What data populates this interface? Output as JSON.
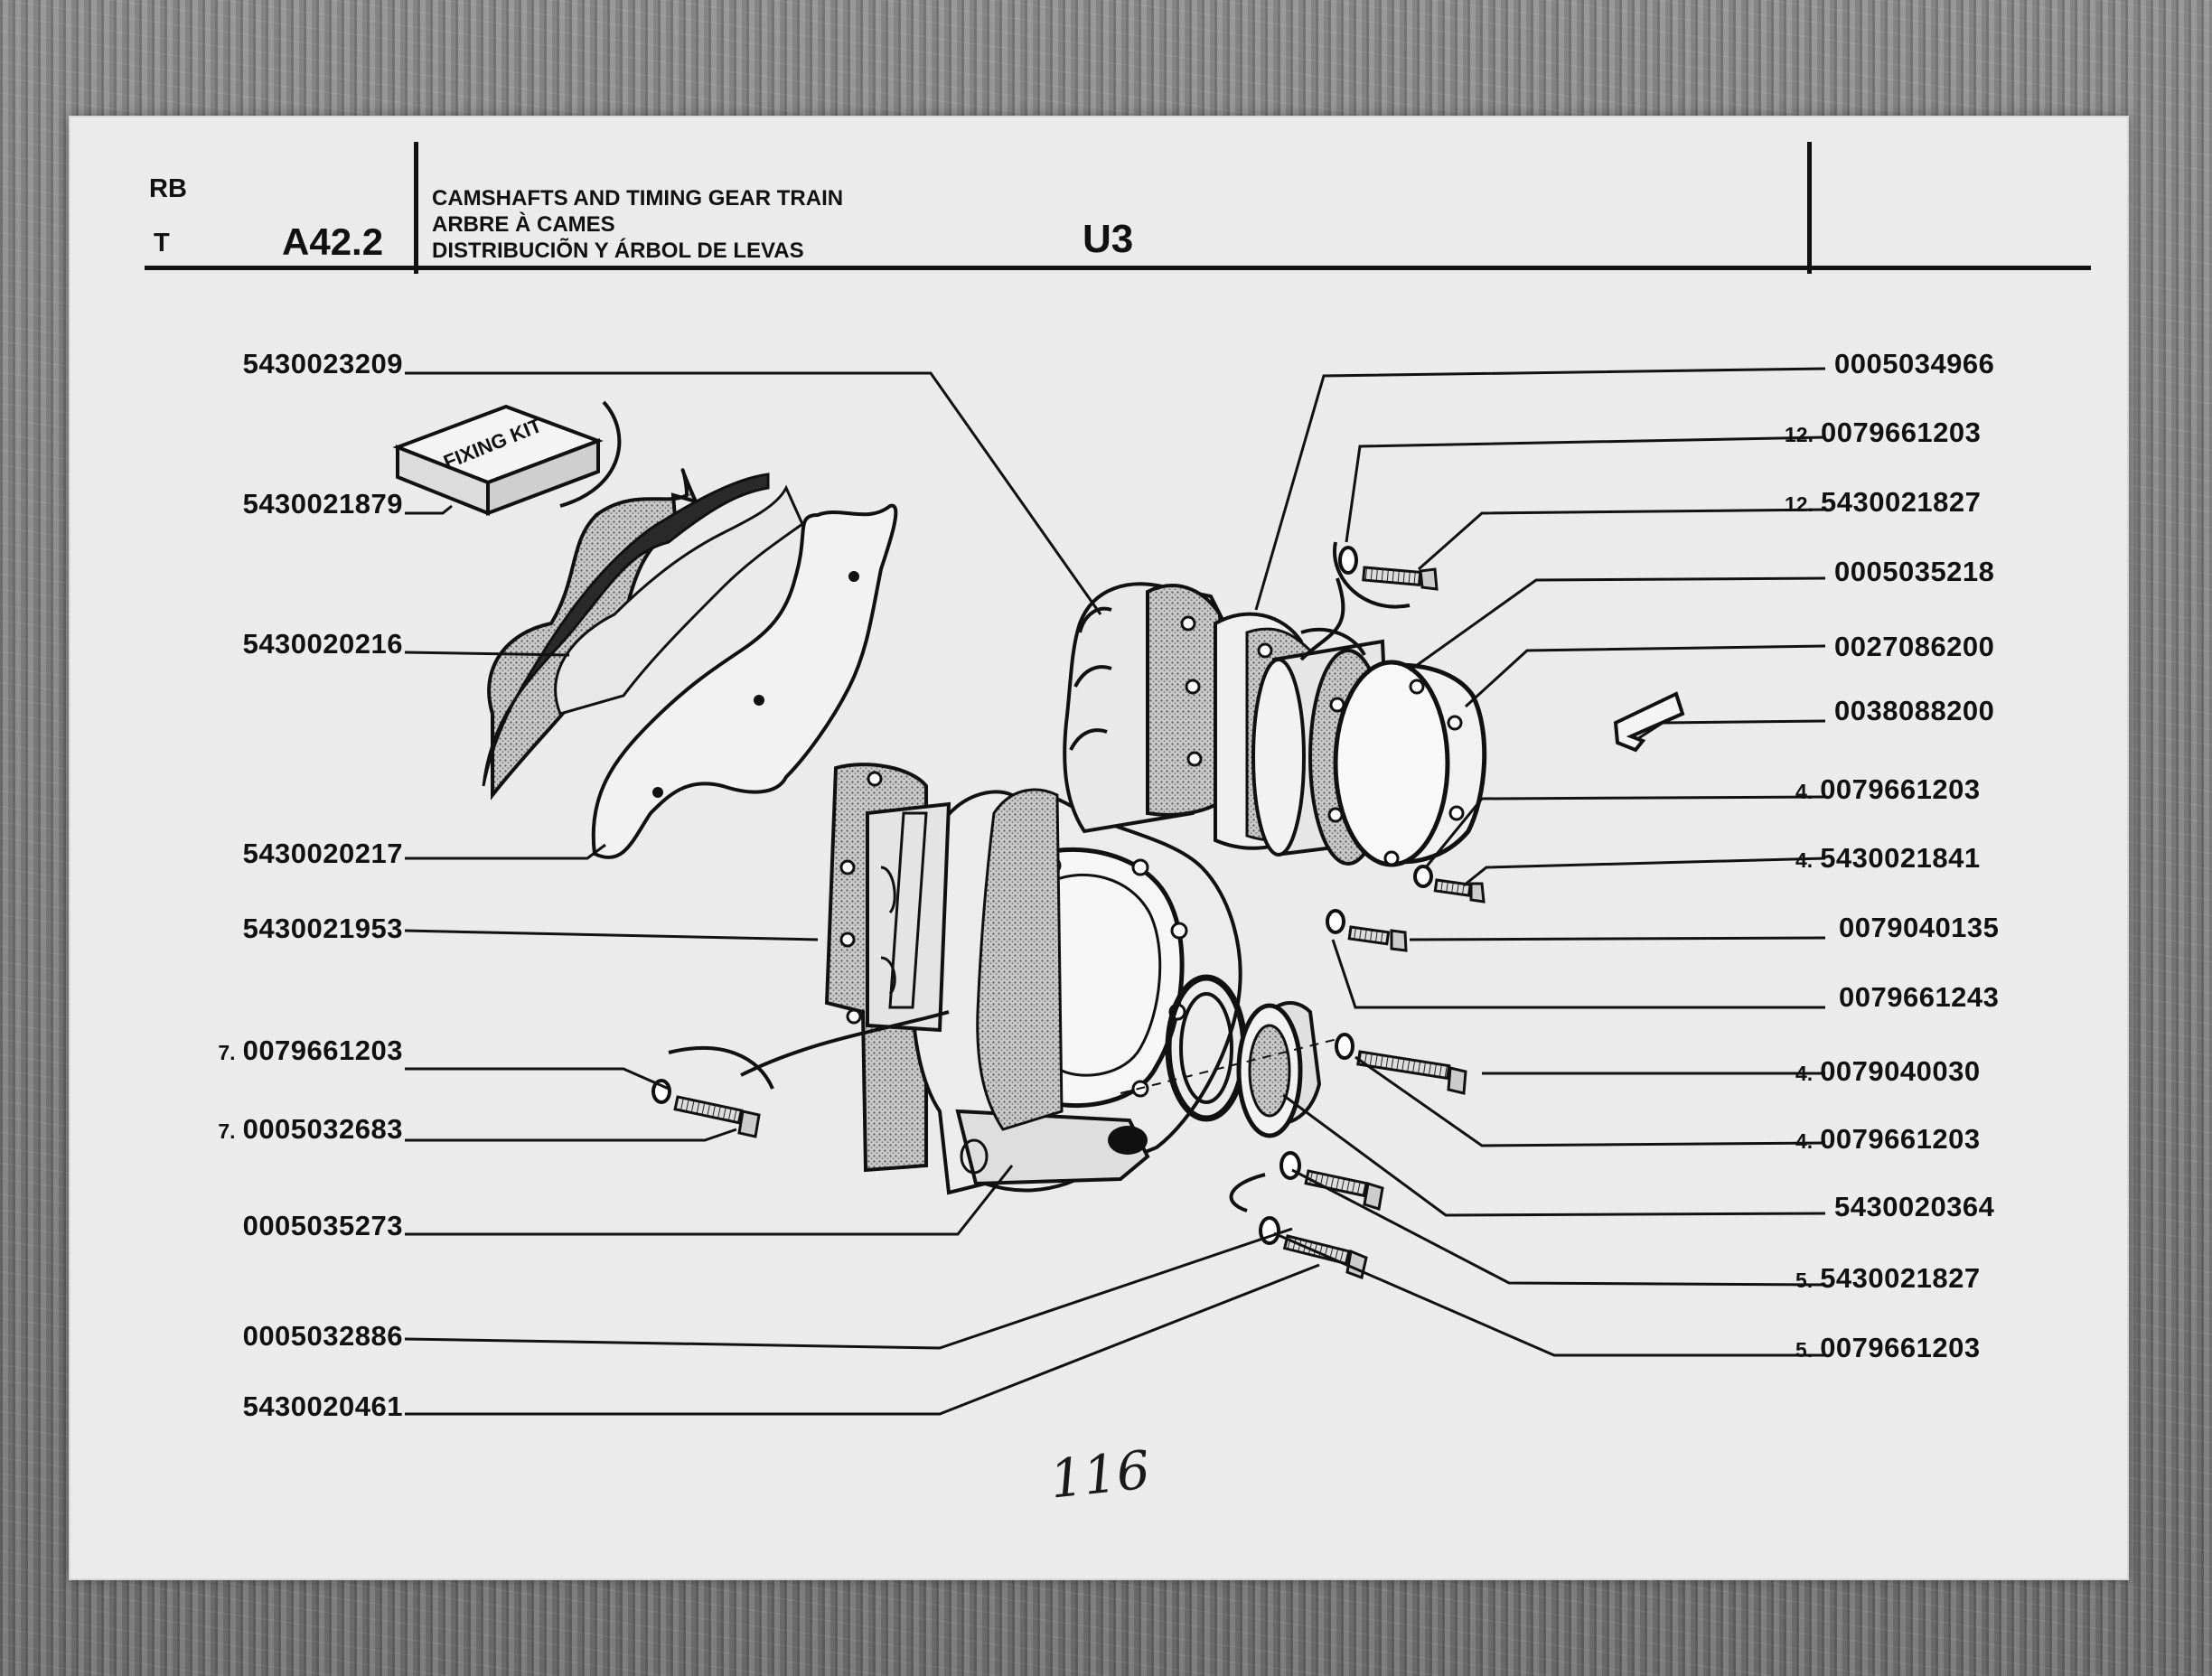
{
  "header": {
    "rb": "RB",
    "t": "T",
    "code": "A42.2",
    "title_en": "CAMSHAFTS AND TIMING GEAR TRAIN",
    "title_fr": "ARBRE À CAMES",
    "title_es": "DISTRIBUCIÕN Y ÁRBOL DE LEVAS",
    "unit": "U3"
  },
  "callouts_left": [
    {
      "qty": "",
      "part": "5430023209"
    },
    {
      "qty": "",
      "part": "5430021879"
    },
    {
      "qty": "",
      "part": "5430020216"
    },
    {
      "qty": "",
      "part": "5430020217"
    },
    {
      "qty": "",
      "part": "5430021953"
    },
    {
      "qty": "7.",
      "part": "0079661203"
    },
    {
      "qty": "7.",
      "part": "0005032683"
    },
    {
      "qty": "",
      "part": "0005035273"
    },
    {
      "qty": "",
      "part": "0005032886"
    },
    {
      "qty": "",
      "part": "5430020461"
    }
  ],
  "callouts_right": [
    {
      "qty": "",
      "part": "0005034966"
    },
    {
      "qty": "12.",
      "part": "0079661203"
    },
    {
      "qty": "12.",
      "part": "5430021827"
    },
    {
      "qty": "",
      "part": "0005035218"
    },
    {
      "qty": "",
      "part": "0027086200"
    },
    {
      "qty": "",
      "part": "0038088200"
    },
    {
      "qty": "4.",
      "part": "0079661203"
    },
    {
      "qty": "4.",
      "part": "5430021841"
    },
    {
      "qty": "",
      "part": "0079040135"
    },
    {
      "qty": "",
      "part": "0079661243"
    },
    {
      "qty": "4.",
      "part": "0079040030"
    },
    {
      "qty": "4.",
      "part": "0079661203"
    },
    {
      "qty": "",
      "part": "5430020364"
    },
    {
      "qty": "5.",
      "part": "5430021827"
    },
    {
      "qty": "5.",
      "part": "0079661203"
    }
  ],
  "kit_label": "FIXING KIT",
  "page_mark": "116",
  "colors": {
    "ink": "#111111",
    "paper": "#ebebeb",
    "stipple": "#9a9a9a"
  }
}
